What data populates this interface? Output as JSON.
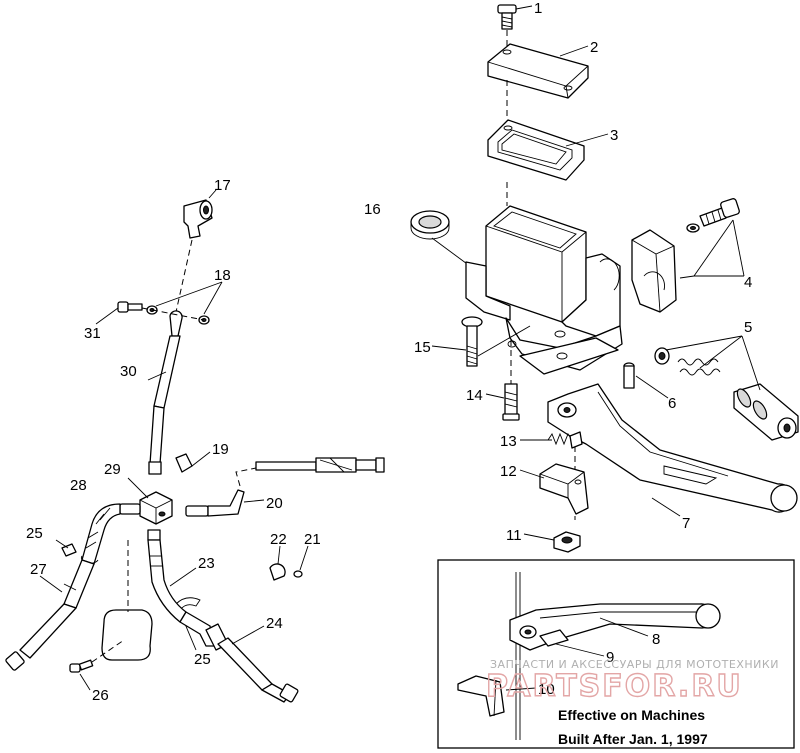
{
  "diagram": {
    "part_numbers": [
      "1",
      "2",
      "3",
      "4",
      "5",
      "6",
      "7",
      "8",
      "9",
      "10",
      "11",
      "12",
      "13",
      "14",
      "15",
      "16",
      "17",
      "18",
      "19",
      "20",
      "21",
      "22",
      "23",
      "24",
      "25",
      "26",
      "27",
      "28",
      "29",
      "30",
      "31"
    ],
    "duplicate_label_25": "25",
    "inset": {
      "note_line1": "Effective on Machines",
      "note_line2": "Built After Jan. 1, 1997"
    },
    "watermark": {
      "tagline": "ЗАПЧАСТИ И АКСЕССУАРЫ ДЛЯ МОТОТЕХНИКИ",
      "logo": "PARTSFOR.RU"
    }
  }
}
